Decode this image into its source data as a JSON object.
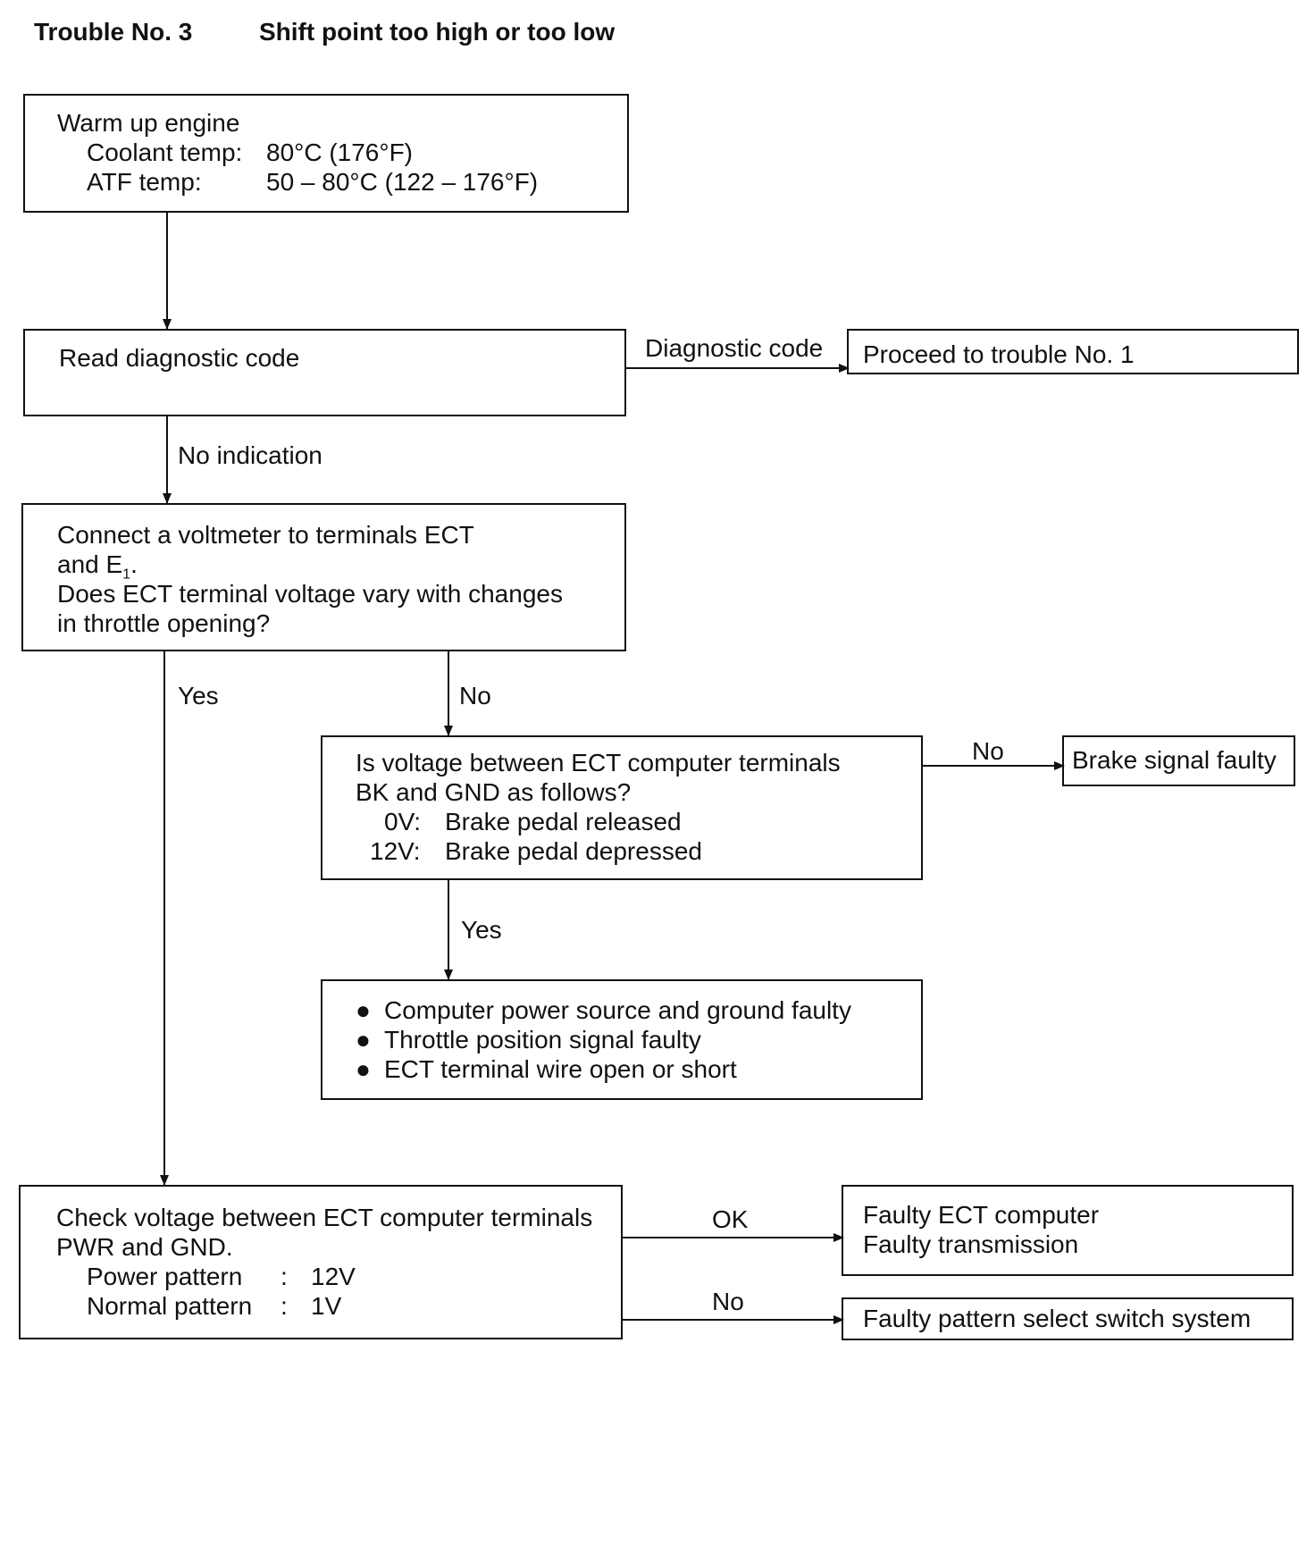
{
  "header": {
    "trouble_no": "Trouble No. 3",
    "title": "Shift point too high or too low"
  },
  "box_warmup": {
    "line1": "Warm up engine",
    "coolant_label": "Coolant temp:",
    "coolant_value": "80°C (176°F)",
    "atf_label": "ATF temp:",
    "atf_value": "50 – 80°C (122 – 176°F)"
  },
  "box_read_code": {
    "text": "Read diagnostic code"
  },
  "label_diagnostic_code": "Diagnostic code",
  "box_proceed": {
    "text": "Proceed to trouble No. 1"
  },
  "label_no_indication": "No indication",
  "box_voltmeter": {
    "line1": "Connect a voltmeter to terminals ECT",
    "line2_prefix": "and E",
    "line2_sub": "1",
    "line2_suffix": ".",
    "line3": "Does ECT terminal voltage vary with changes",
    "line4": "in throttle opening?"
  },
  "label_yes_main": "Yes",
  "label_no_main": "No",
  "box_brake_voltage": {
    "line1": "Is voltage between ECT computer terminals",
    "line2": "BK and GND as follows?",
    "row1_value": "0V:",
    "row1_desc": "Brake pedal released",
    "row2_value": "12V:",
    "row2_desc": "Brake pedal depressed"
  },
  "label_no_brake": "No",
  "box_brake_faulty": {
    "text": "Brake signal faulty"
  },
  "label_yes_brake": "Yes",
  "box_causes": {
    "items": [
      "Computer power source and ground faulty",
      "Throttle position signal faulty",
      "ECT terminal wire open or short"
    ]
  },
  "box_check_pwr": {
    "line1": "Check voltage between ECT computer terminals",
    "line2": "PWR and GND.",
    "row1_label": "Power pattern",
    "row1_sep": ":",
    "row1_value": "12V",
    "row2_label": "Normal pattern",
    "row2_sep": ":",
    "row2_value": "1V"
  },
  "label_ok": "OK",
  "box_faulty_ect": {
    "line1": "Faulty ECT computer",
    "line2": "Faulty transmission"
  },
  "label_no_pattern": "No",
  "box_faulty_pattern": {
    "text": "Faulty pattern select switch system"
  }
}
